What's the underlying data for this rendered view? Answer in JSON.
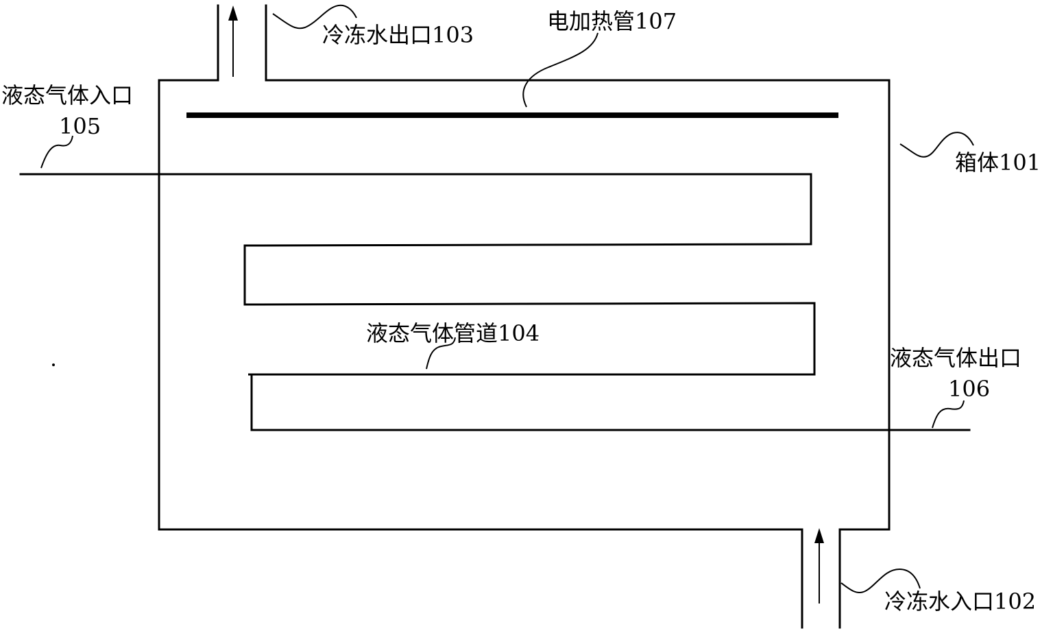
{
  "labels": {
    "chilled_water_outlet": "冷冻水出口103",
    "electric_heater": "电加热管107",
    "liquid_gas_inlet_line1": "液态气体入口",
    "liquid_gas_inlet_line2": "105",
    "box": "箱体101",
    "liquid_gas_pipe": "液态气体管道104",
    "liquid_gas_outlet_line1": "液态气体出口",
    "liquid_gas_outlet_line2": "106",
    "chilled_water_inlet": "冷冻水入口102"
  },
  "colors": {
    "line": "#000000",
    "background": "#ffffff"
  }
}
